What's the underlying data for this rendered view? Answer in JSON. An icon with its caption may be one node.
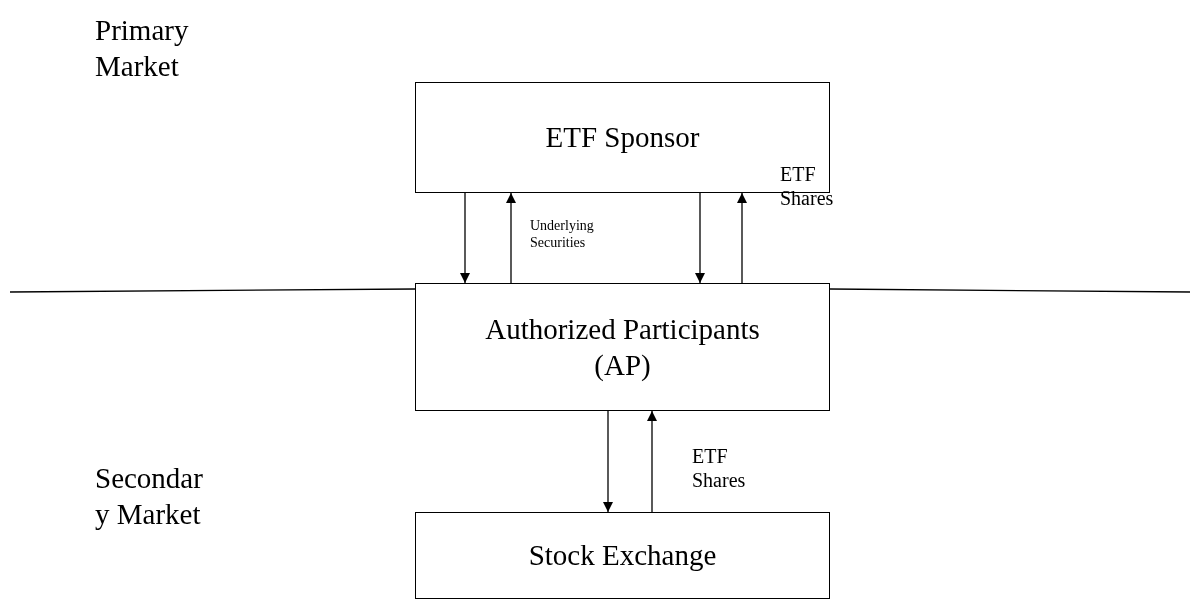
{
  "diagram": {
    "nodes": [
      {
        "text": [
          "ETF Sponsor"
        ]
      },
      {
        "text": [
          "Authorized Participants (AP)"
        ]
      },
      {
        "text": [
          "Stock Exchange"
        ]
      }
    ],
    "edges": [
      {
        "from": 0,
        "to": 1,
        "arrow": "to"
      },
      {
        "from": 1,
        "to": 0,
        "arrow": "to",
        "label": "Underlying Securities"
      },
      {
        "from": 0,
        "to": 1,
        "arrow": "to"
      },
      {
        "from": 1,
        "to": 0,
        "arrow": "to",
        "label": "ETF Shares"
      },
      {
        "from": 1,
        "to": 2,
        "arrow": "to"
      },
      {
        "from": 2,
        "to": 1,
        "arrow": "to",
        "label": "ETF Shares"
      }
    ],
    "labels": [
      "Primary Market",
      "Secondary Market"
    ]
  }
}
